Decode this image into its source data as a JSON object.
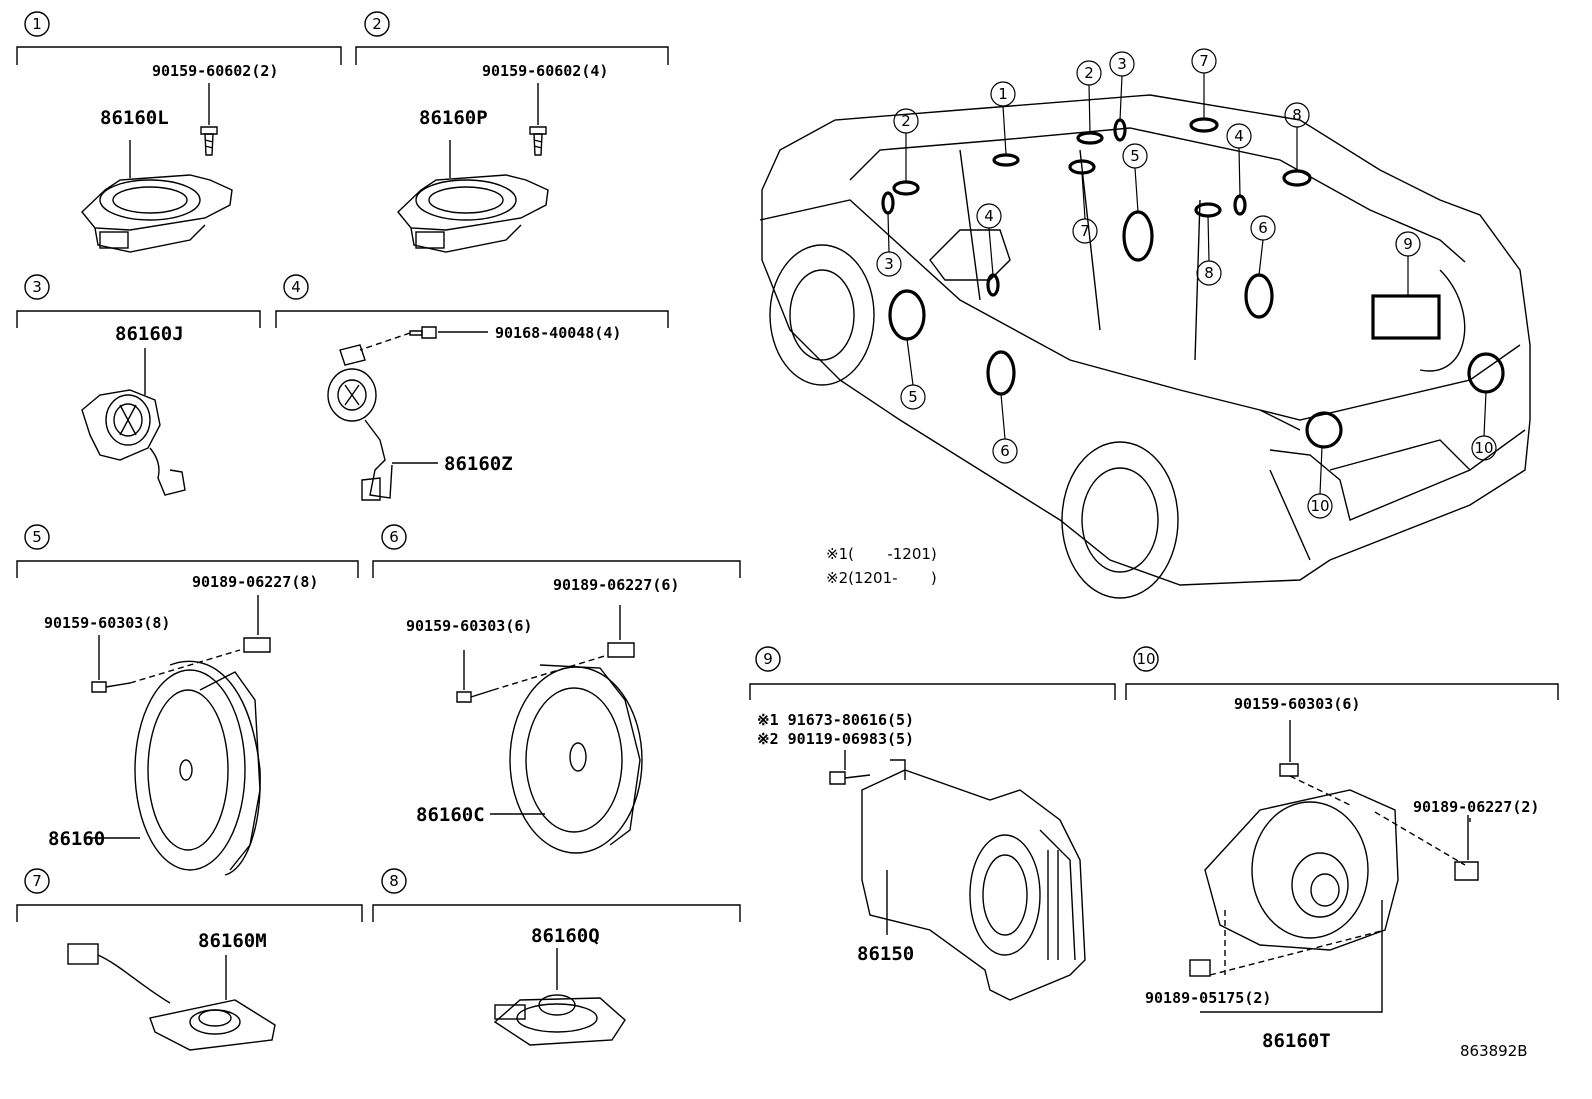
{
  "diagram": {
    "panels": [
      {
        "id": "1",
        "label": "1",
        "fastener": "90159-60602(2)",
        "part": "86160L"
      },
      {
        "id": "2",
        "label": "2",
        "fastener": "90159-60602(4)",
        "part": "86160P"
      },
      {
        "id": "3",
        "label": "3",
        "part": "86160J"
      },
      {
        "id": "4",
        "label": "4",
        "fastener": "90168-40048(4)",
        "part": "86160Z"
      },
      {
        "id": "5",
        "label": "5",
        "clip": "90189-06227(8)",
        "screw": "90159-60303(8)",
        "part": "86160"
      },
      {
        "id": "6",
        "label": "6",
        "clip": "90189-06227(6)",
        "screw": "90159-60303(6)",
        "part": "86160C"
      },
      {
        "id": "7",
        "label": "7",
        "part": "86160M"
      },
      {
        "id": "8",
        "label": "8",
        "part": "86160Q"
      },
      {
        "id": "9",
        "label": "9",
        "fastener_note1": "※1 91673-80616(5)",
        "fastener_note2": "※2 90119-06983(5)",
        "part": "86150"
      },
      {
        "id": "10",
        "label": "10",
        "screw": "90159-60303(6)",
        "clip": "90189-06227(2)",
        "nut": "90189-05175(2)",
        "part": "86160T"
      }
    ],
    "notes": {
      "note1": "※1(       -1201)",
      "note2": "※2(1201-       )"
    },
    "vehicle_callouts": [
      "1",
      "2",
      "3",
      "4",
      "5",
      "6",
      "7",
      "8",
      "9",
      "10"
    ],
    "drawing_code": "863892B"
  }
}
